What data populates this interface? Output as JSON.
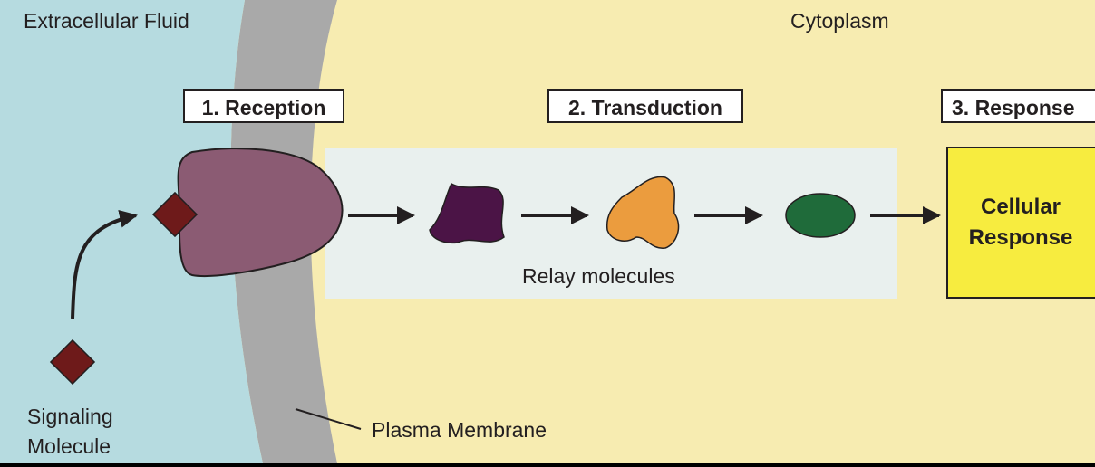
{
  "regions": {
    "extracellular": "Extracellular Fluid",
    "cytoplasm": "Cytoplasm"
  },
  "stages": {
    "reception": "1. Reception",
    "transduction": "2. Transduction",
    "response": "3. Response"
  },
  "labels": {
    "relay": "Relay molecules",
    "membrane": "Plasma Membrane",
    "signaling_line1": "Signaling",
    "signaling_line2": "Molecule"
  },
  "response_box": {
    "line1": "Cellular",
    "line2": "Response"
  },
  "colors": {
    "extracellular_fluid": "#b6dbe0",
    "plasma_membrane": "#a9a9a9",
    "cytoplasm": "#f7ecb1",
    "relay_panel": "#e9f0ee",
    "receptor": "#8b5b73",
    "signaling_molecule": "#6e1a1a",
    "relay_1": "#4b1446",
    "relay_2": "#eb9c3e",
    "relay_3": "#1f6b3a",
    "response_box": "#f7ec3f",
    "outline": "#231f20"
  }
}
